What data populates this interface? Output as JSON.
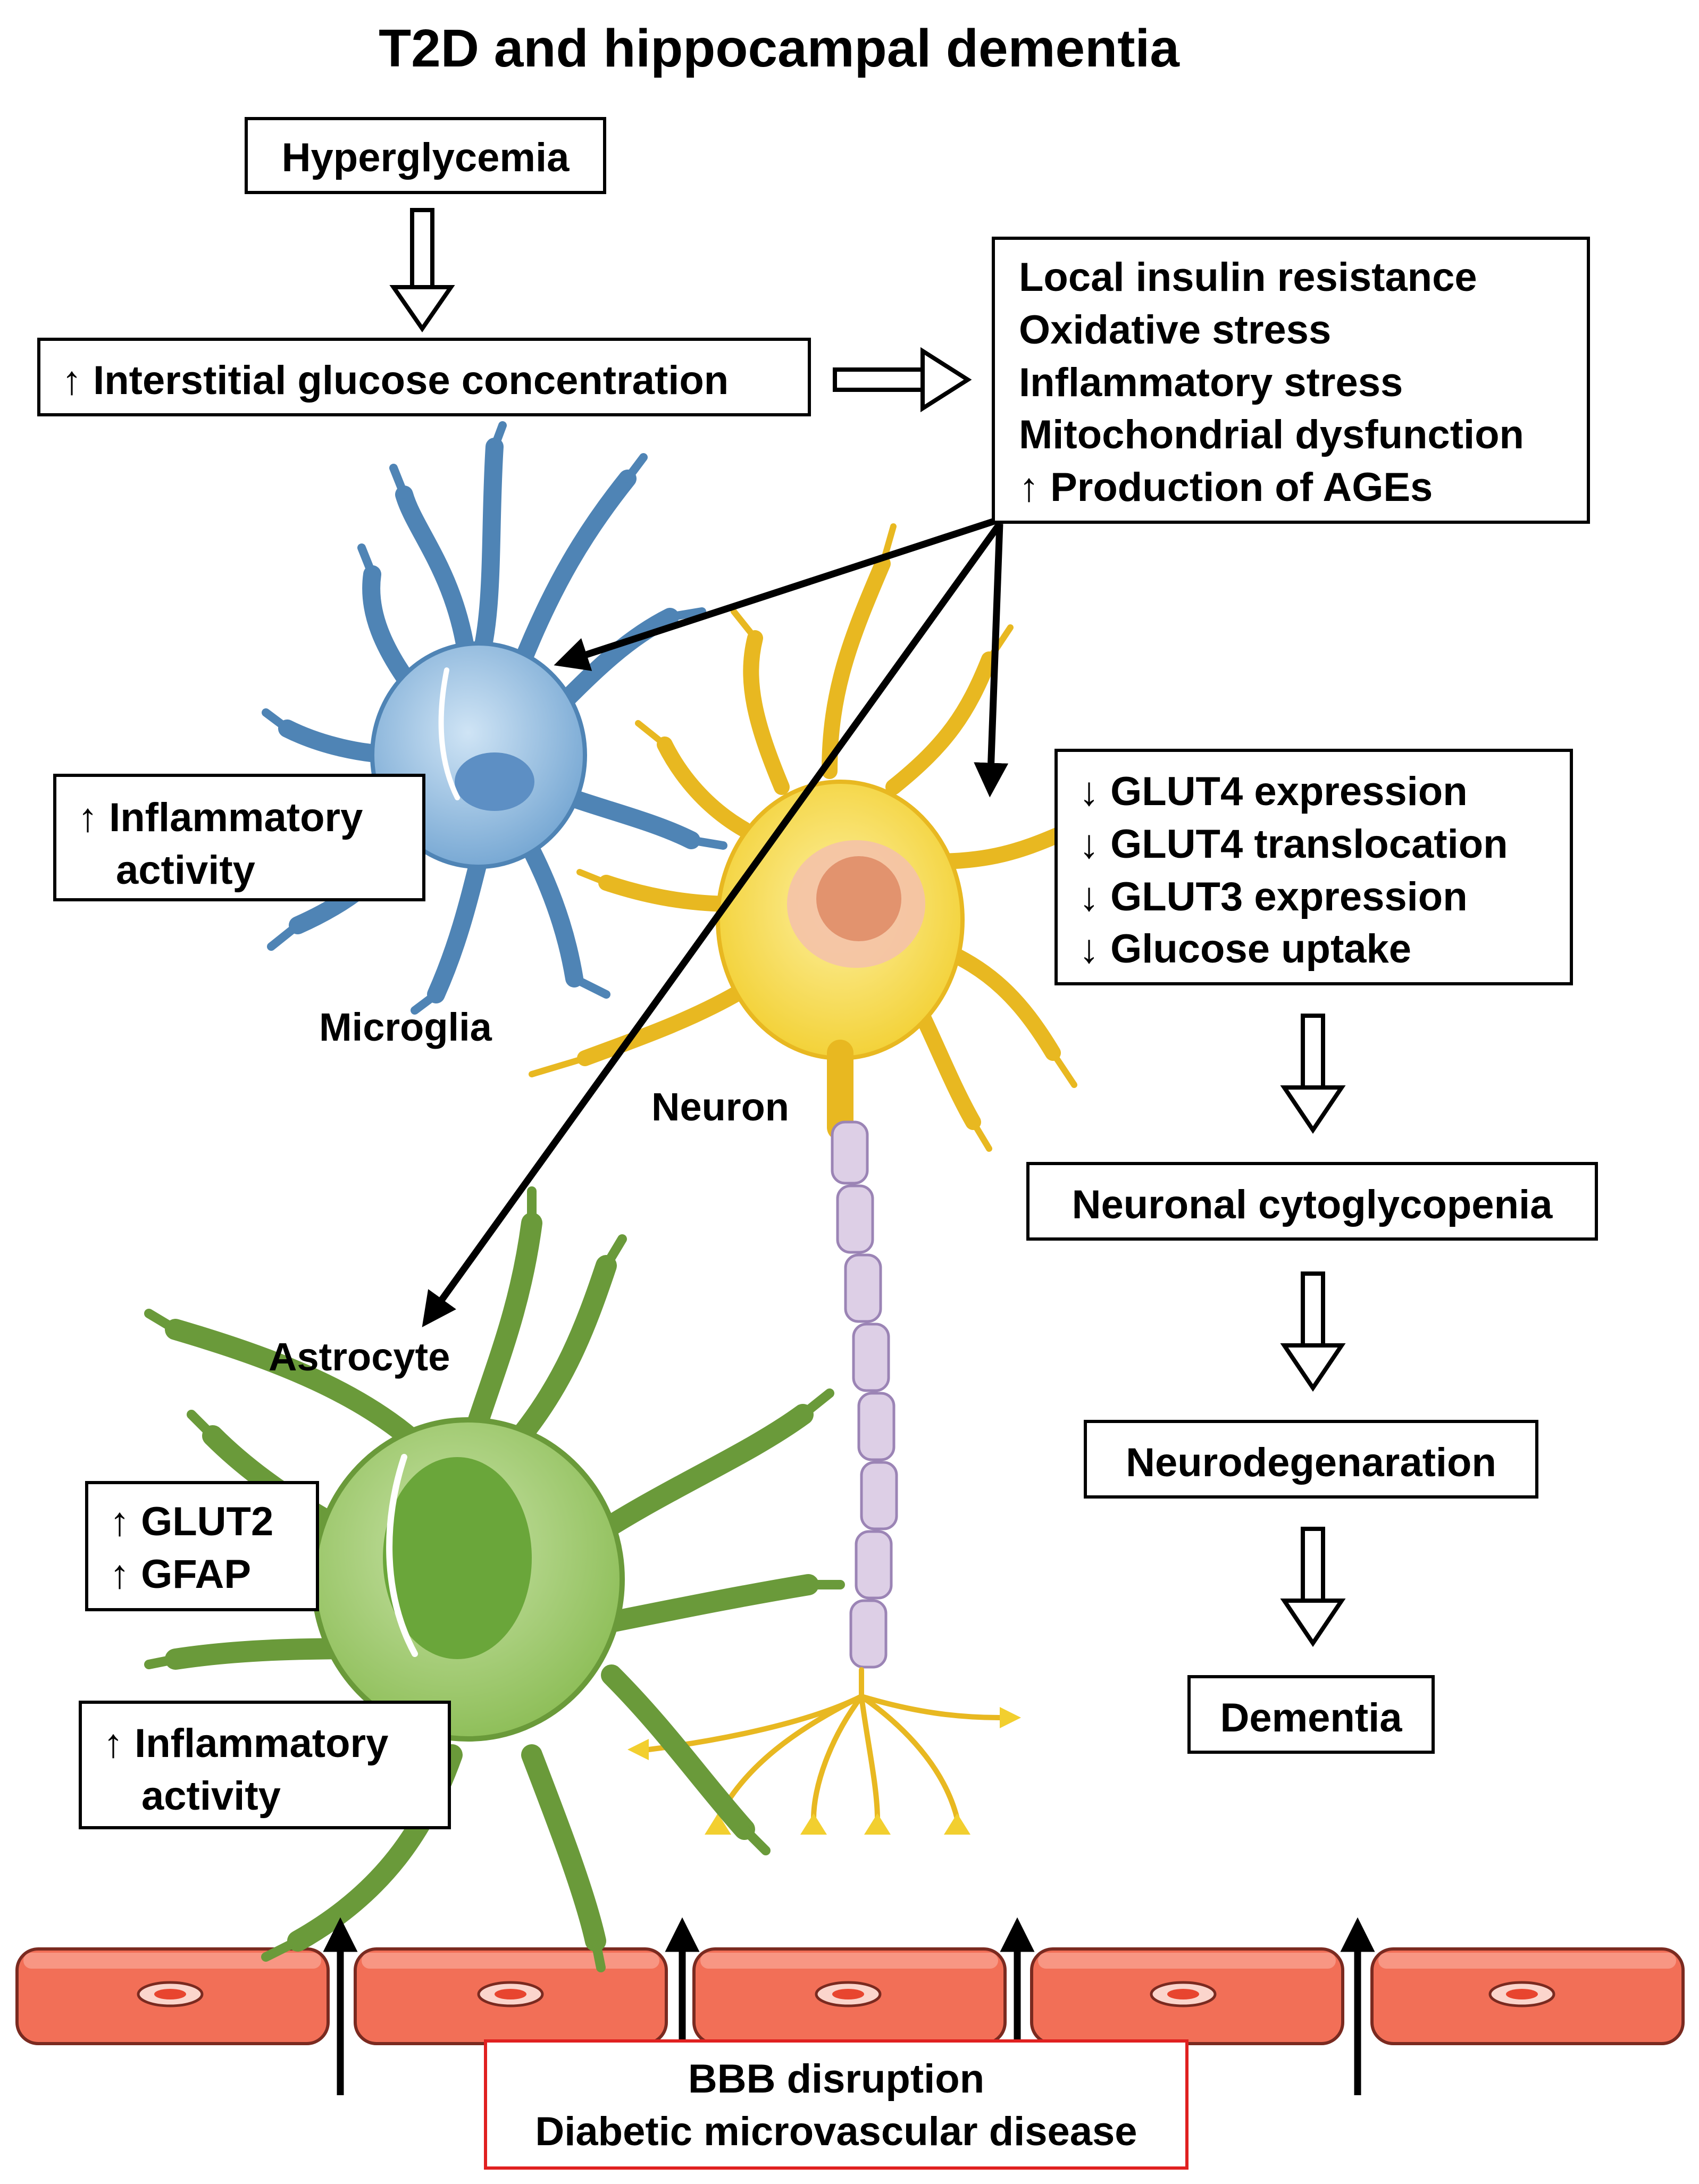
{
  "title": "T2D and hippocampal dementia",
  "hyperglycemia": "Hyperglycemia",
  "glucose": "↑ Interstitial glucose concentration",
  "stress_box": [
    "Local insulin resistance",
    "Oxidative stress",
    "Inflammatory stress",
    "Mitochondrial dysfunction",
    "↑ Production of AGEs"
  ],
  "microglia": {
    "label": "Microglia",
    "effect": [
      "↑ Inflammatory",
      "activity"
    ]
  },
  "neuron": {
    "label": "Neuron",
    "effects": [
      "↓ GLUT4 expression",
      "↓ GLUT4 translocation",
      "↓ GLUT3 expression",
      "↓ Glucose uptake"
    ]
  },
  "astrocyte": {
    "label": "Astrocyte",
    "glut": [
      "↑ GLUT2",
      "↑ GFAP"
    ],
    "effect": [
      "↑ Inflammatory",
      "activity"
    ]
  },
  "cascade": [
    "Neuronal cytoglycopenia",
    "Neurodegenaration",
    "Dementia"
  ],
  "bbb": [
    "BBB disruption",
    "Diabetic microvascular disease"
  ],
  "colors": {
    "microglia": "#8fb9dc",
    "neuron": "#f5d94a",
    "astrocyte": "#9cc46a",
    "endothelium": "#f26f57",
    "myelin": "#ddcfe6",
    "bbb_border": "#e02020"
  }
}
